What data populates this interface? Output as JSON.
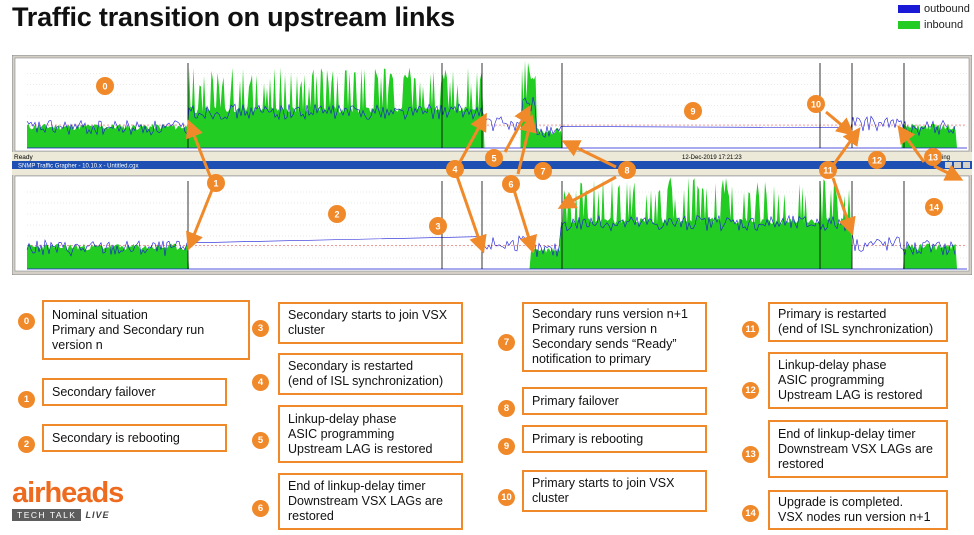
{
  "title": "Traffic transition on upstream links",
  "legend": [
    {
      "label": "outbound",
      "color": "#1a1ad6"
    },
    {
      "label": "inbound",
      "color": "#22cc22"
    }
  ],
  "callouts": [
    {
      "num": "0",
      "text": "Nominal situation\nPrimary and Secondary run\nversion n"
    },
    {
      "num": "1",
      "text": "Secondary failover"
    },
    {
      "num": "2",
      "text": "Secondary is rebooting"
    },
    {
      "num": "3",
      "text": "Secondary starts to join VSX\ncluster"
    },
    {
      "num": "4",
      "text": "Secondary is restarted\n(end of ISL synchronization)"
    },
    {
      "num": "5",
      "text": "Linkup-delay phase\nASIC programming\nUpstream LAG is restored"
    },
    {
      "num": "6",
      "text": "End of linkup-delay timer\nDownstream VSX LAGs are\nrestored"
    },
    {
      "num": "7",
      "text": "Secondary runs version n+1\nPrimary runs version n\nSecondary sends “Ready”\nnotification to primary"
    },
    {
      "num": "8",
      "text": "Primary failover"
    },
    {
      "num": "9",
      "text": "Primary is rebooting"
    },
    {
      "num": "10",
      "text": "Primary starts to join VSX\ncluster"
    },
    {
      "num": "11",
      "text": "Primary is restarted\n(end of ISL synchronization)"
    },
    {
      "num": "12",
      "text": "Linkup-delay phase\nASIC programming\nUpstream LAG is restored"
    },
    {
      "num": "13",
      "text": "End of linkup-delay timer\nDownstream VSX LAGs are\nrestored"
    },
    {
      "num": "14",
      "text": "Upgrade is completed.\nVSX nodes run version n+1"
    }
  ],
  "screenshot": {
    "status_ready": "Ready",
    "status_time": "12-Dec-2019 17:21:23",
    "status_polling": "Polling",
    "window_title": "SNMP Traffic Grapher - 10.10.x - Untitled.cgx"
  },
  "logo": {
    "word": "airheads",
    "tag": "TECH TALK",
    "live": "LIVE"
  },
  "colors": {
    "accent": "#f0892a",
    "inbound": "#22cc22",
    "outbound": "#1a1ad6",
    "brand": "#ee6a1e"
  }
}
